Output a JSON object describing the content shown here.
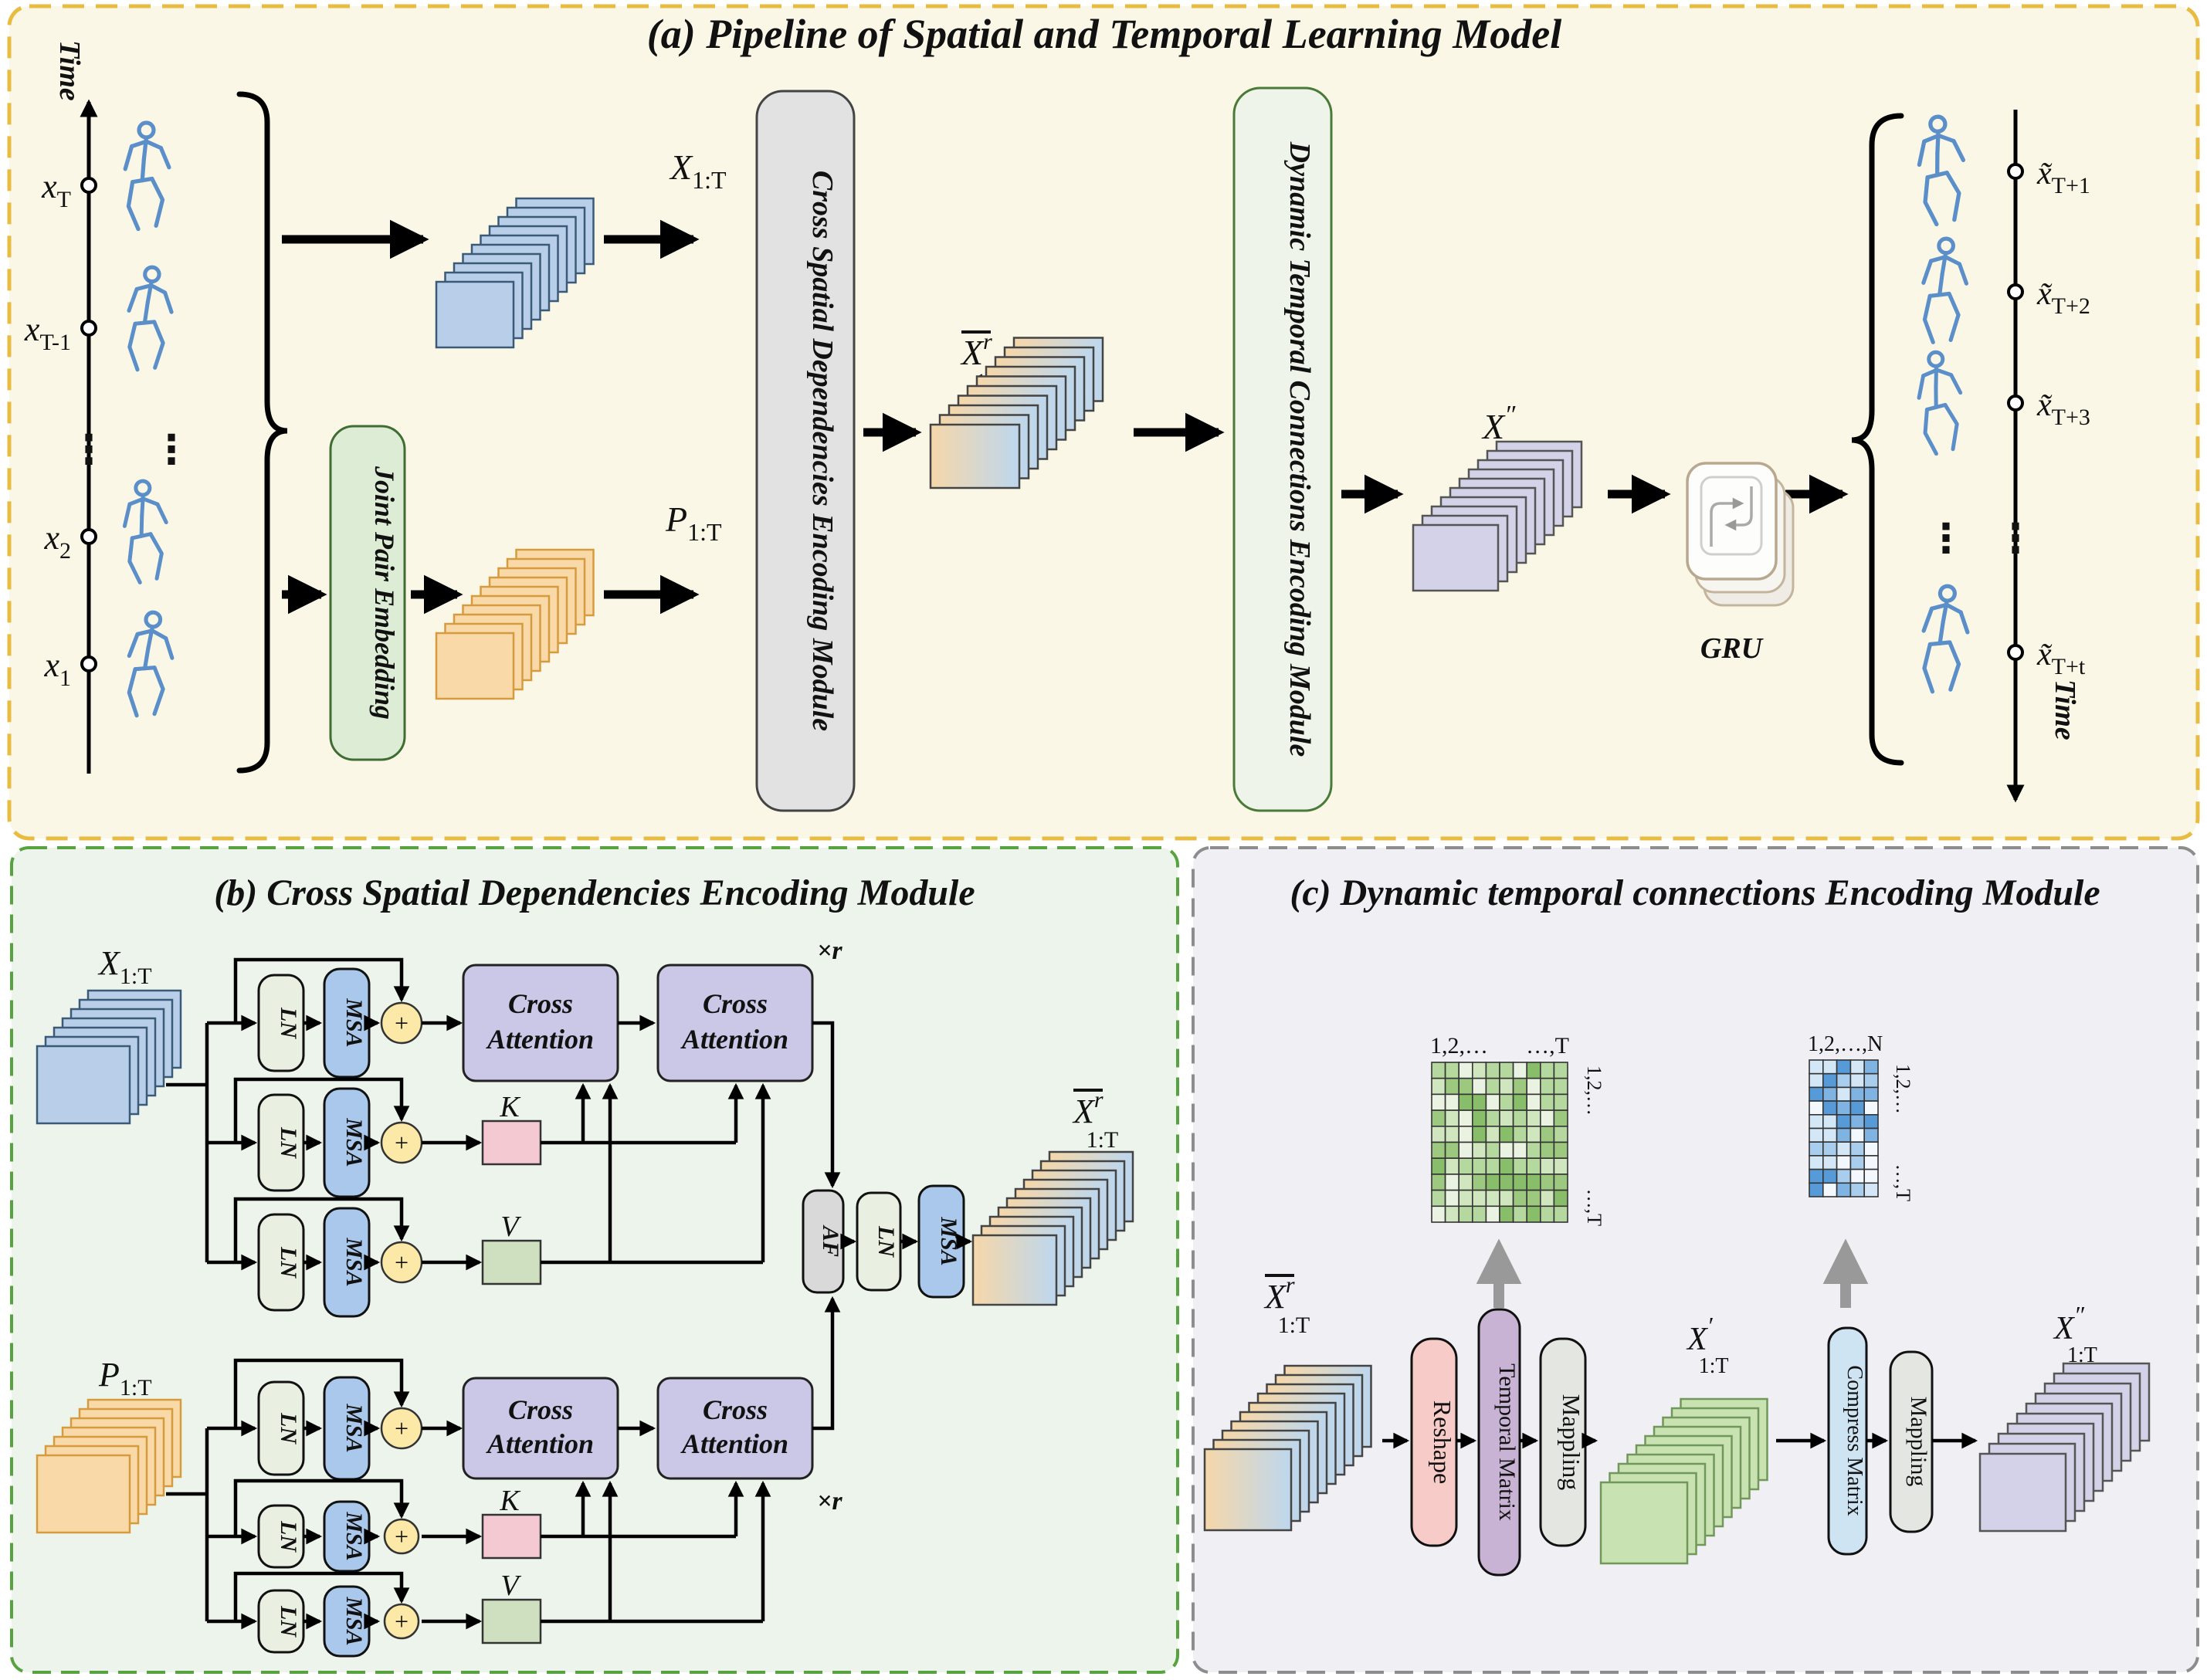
{
  "colors": {
    "panel_a_bg": "#fbf7e7",
    "panel_a_border": "#e8bb41",
    "panel_b_bg": "#edf4ec",
    "panel_b_border": "#57a33f",
    "panel_c_bg": "#f0eff4",
    "panel_c_border": "#8d8d8d",
    "blue_stack": "#b9cfe9",
    "orange_stack": "#f8d9a7",
    "purple_stack": "#d3d2e8",
    "green_stack": "#c9e2b2",
    "grad_from": "#f6d7a9",
    "grad_to": "#bdd7ee",
    "ln_box": "#e9efe1",
    "msa_box": "#a9c8eb",
    "plus_circle": "#fce9a8",
    "ca_box": "#cbc7e7",
    "k_box": "#f5c9d2",
    "v_box": "#cfe0c0",
    "af_box": "#d9d9d9",
    "jpe_box": "#ddecd4",
    "csd_box": "#e2e2e2",
    "dtc_box": "#eef4ea",
    "reshape_box": "#f6cbc8",
    "temporal_box": "#c9b3d4",
    "mapping_box": "#e4e6e1",
    "compress_box": "#cfe4f2",
    "skeleton": "#5b8fc9",
    "greens": [
      "#eaf3e1",
      "#cfe6bf",
      "#b4d89d",
      "#9cc97f",
      "#88be69"
    ],
    "blues": [
      "#f2f8fd",
      "#d4e7f7",
      "#a9cdec",
      "#7eb3e2",
      "#569bd7"
    ]
  },
  "panel_a": {
    "title": "(a) Pipeline of Spatial and Temporal Learning Model",
    "left_axis": {
      "label": "Time",
      "dots": "⋮",
      "p1": {
        "base": "x",
        "sub": "T"
      },
      "p2": {
        "base": "x",
        "sub": "T-1"
      },
      "p3": {
        "base": "x",
        "sub": "2"
      },
      "p4": {
        "base": "x",
        "sub": "1"
      }
    },
    "x_stack_label": {
      "base": "X",
      "sub": "1:T"
    },
    "jpe": "Joint Pair Embedding",
    "p_stack_label": {
      "base": "P",
      "sub": "1:T"
    },
    "csd": "Cross Spatial Dependencies Encoding Module",
    "xbar_label": {
      "base": "X",
      "sup": "r",
      "sub": "1:T"
    },
    "dtc": "Dynamic Temporal Connections Encoding Module",
    "xpp_label": {
      "base": "X",
      "sup": "″",
      "sub": "1:T"
    },
    "gru": "GRU",
    "right_axis": {
      "label": "Time",
      "dots": "⋮",
      "p1": {
        "base": "x̃",
        "sub": "T+1"
      },
      "p2": {
        "base": "x̃",
        "sub": "T+2"
      },
      "p3": {
        "base": "x̃",
        "sub": "T+3"
      },
      "p4": {
        "base": "x̃",
        "sub": "T+t"
      }
    }
  },
  "panel_b": {
    "title": "(b) Cross Spatial Dependencies Encoding Module",
    "x_label": {
      "base": "X",
      "sub": "1:T"
    },
    "p_label": {
      "base": "P",
      "sub": "1:T"
    },
    "ln": "LN",
    "msa": "MSA",
    "plus": "+",
    "ca": {
      "line1": "Cross",
      "line2": "Attention"
    },
    "k": "K",
    "v": "V",
    "af": "AF",
    "times_r": "×r",
    "out_label": {
      "base": "X",
      "sup": "r",
      "sub": "1:T"
    }
  },
  "panel_c": {
    "title": "(c) Dynamic temporal connections Encoding Module",
    "in_label": {
      "base": "X",
      "sup": "r",
      "sub": "1:T"
    },
    "reshape": "Reshape",
    "temporal_matrix": "Temporal Matrix",
    "mapping_a": "Mappling",
    "compress_matrix": "Compress Matrix",
    "mapping_b": "Mappling",
    "x_prime_label": {
      "base": "X",
      "sup": "′",
      "sub": "1:T"
    },
    "x_dprime_label": {
      "base": "X",
      "sup": "″",
      "sub": "1:T"
    },
    "green_matrix": {
      "top_left": "1,2,…",
      "top_right": "…,T",
      "side_top": "1,2,…",
      "side_bottom": "…,T"
    },
    "blue_matrix": {
      "top": "1,2,…,N",
      "side_top": "1,2,…",
      "side_bottom": "…,T"
    }
  }
}
